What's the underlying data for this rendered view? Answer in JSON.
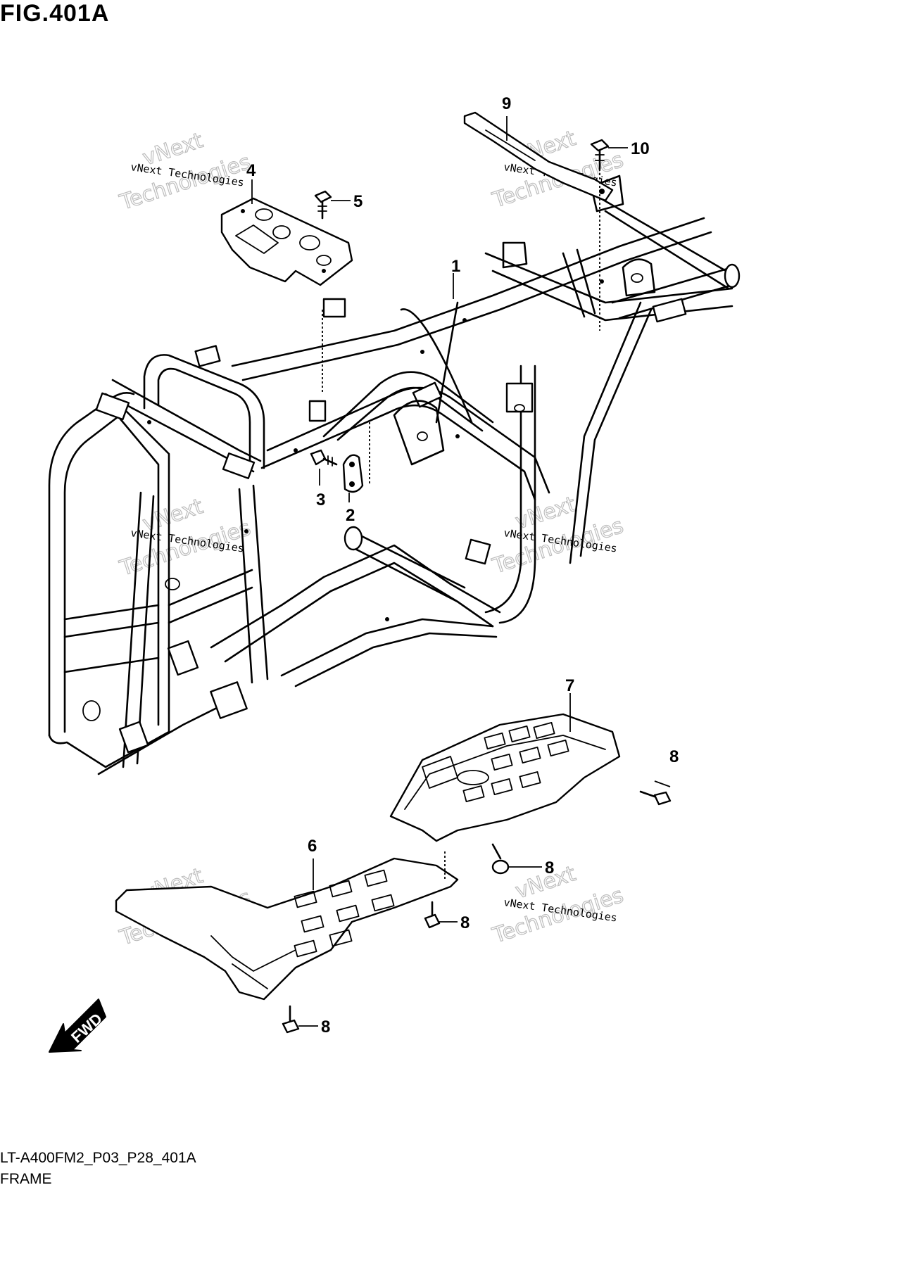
{
  "figure": {
    "title": "FIG.401A",
    "code": "LT-A400FM2_P03_P28_401A",
    "name": "FRAME"
  },
  "callouts": [
    {
      "id": "c1",
      "label": "1"
    },
    {
      "id": "c2",
      "label": "2"
    },
    {
      "id": "c3",
      "label": "3"
    },
    {
      "id": "c4",
      "label": "4"
    },
    {
      "id": "c5",
      "label": "5"
    },
    {
      "id": "c6",
      "label": "6"
    },
    {
      "id": "c7",
      "label": "7"
    },
    {
      "id": "c8a",
      "label": "8"
    },
    {
      "id": "c8b",
      "label": "8"
    },
    {
      "id": "c8c",
      "label": "8"
    },
    {
      "id": "c8d",
      "label": "8"
    },
    {
      "id": "c9",
      "label": "9"
    },
    {
      "id": "c10",
      "label": "10"
    }
  ],
  "watermark": {
    "line1": "vNext",
    "line2": "vNext Technologies",
    "line3": "Technologies"
  },
  "fwd_label": "FWD"
}
